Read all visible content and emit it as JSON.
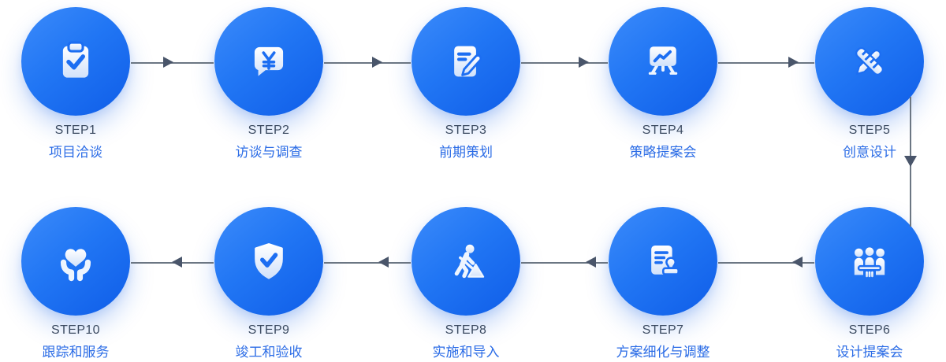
{
  "diagram": {
    "type": "process-flow",
    "rows": 2,
    "flow_direction": "row1 left to right, down connector, row2 right to left",
    "steps": [
      {
        "step": "STEP1",
        "title": "项目洽谈",
        "icon": "clipboard-check-icon"
      },
      {
        "step": "STEP2",
        "title": "访谈与调查",
        "icon": "comment-yen-icon"
      },
      {
        "step": "STEP3",
        "title": "前期策划",
        "icon": "document-edit-icon"
      },
      {
        "step": "STEP4",
        "title": "策略提案会",
        "icon": "presentation-chart-icon"
      },
      {
        "step": "STEP5",
        "title": "创意设计",
        "icon": "pencil-ruler-icon"
      },
      {
        "step": "STEP6",
        "title": "设计提案会",
        "icon": "meeting-icon"
      },
      {
        "step": "STEP7",
        "title": "方案细化与调整",
        "icon": "document-stamp-icon"
      },
      {
        "step": "STEP8",
        "title": "实施和导入",
        "icon": "construction-worker-icon"
      },
      {
        "step": "STEP9",
        "title": "竣工和验收",
        "icon": "shield-check-icon"
      },
      {
        "step": "STEP10",
        "title": "跟踪和服务",
        "icon": "heart-in-hands-icon"
      }
    ],
    "colors": {
      "circle_gradient_top": "#3c8bfa",
      "circle_gradient_bottom": "#0f5de8",
      "icon_fill_top": "#ffffff",
      "icon_fill_bottom": "#d2e2fa",
      "icon_accent_blue": "#1c6ef2",
      "step_label_color": "#3c4b61",
      "title_label_color": "#2b6ce6",
      "connector_line_color": "#6b7683",
      "arrowhead_color": "#49556a",
      "background": "#ffffff"
    }
  }
}
